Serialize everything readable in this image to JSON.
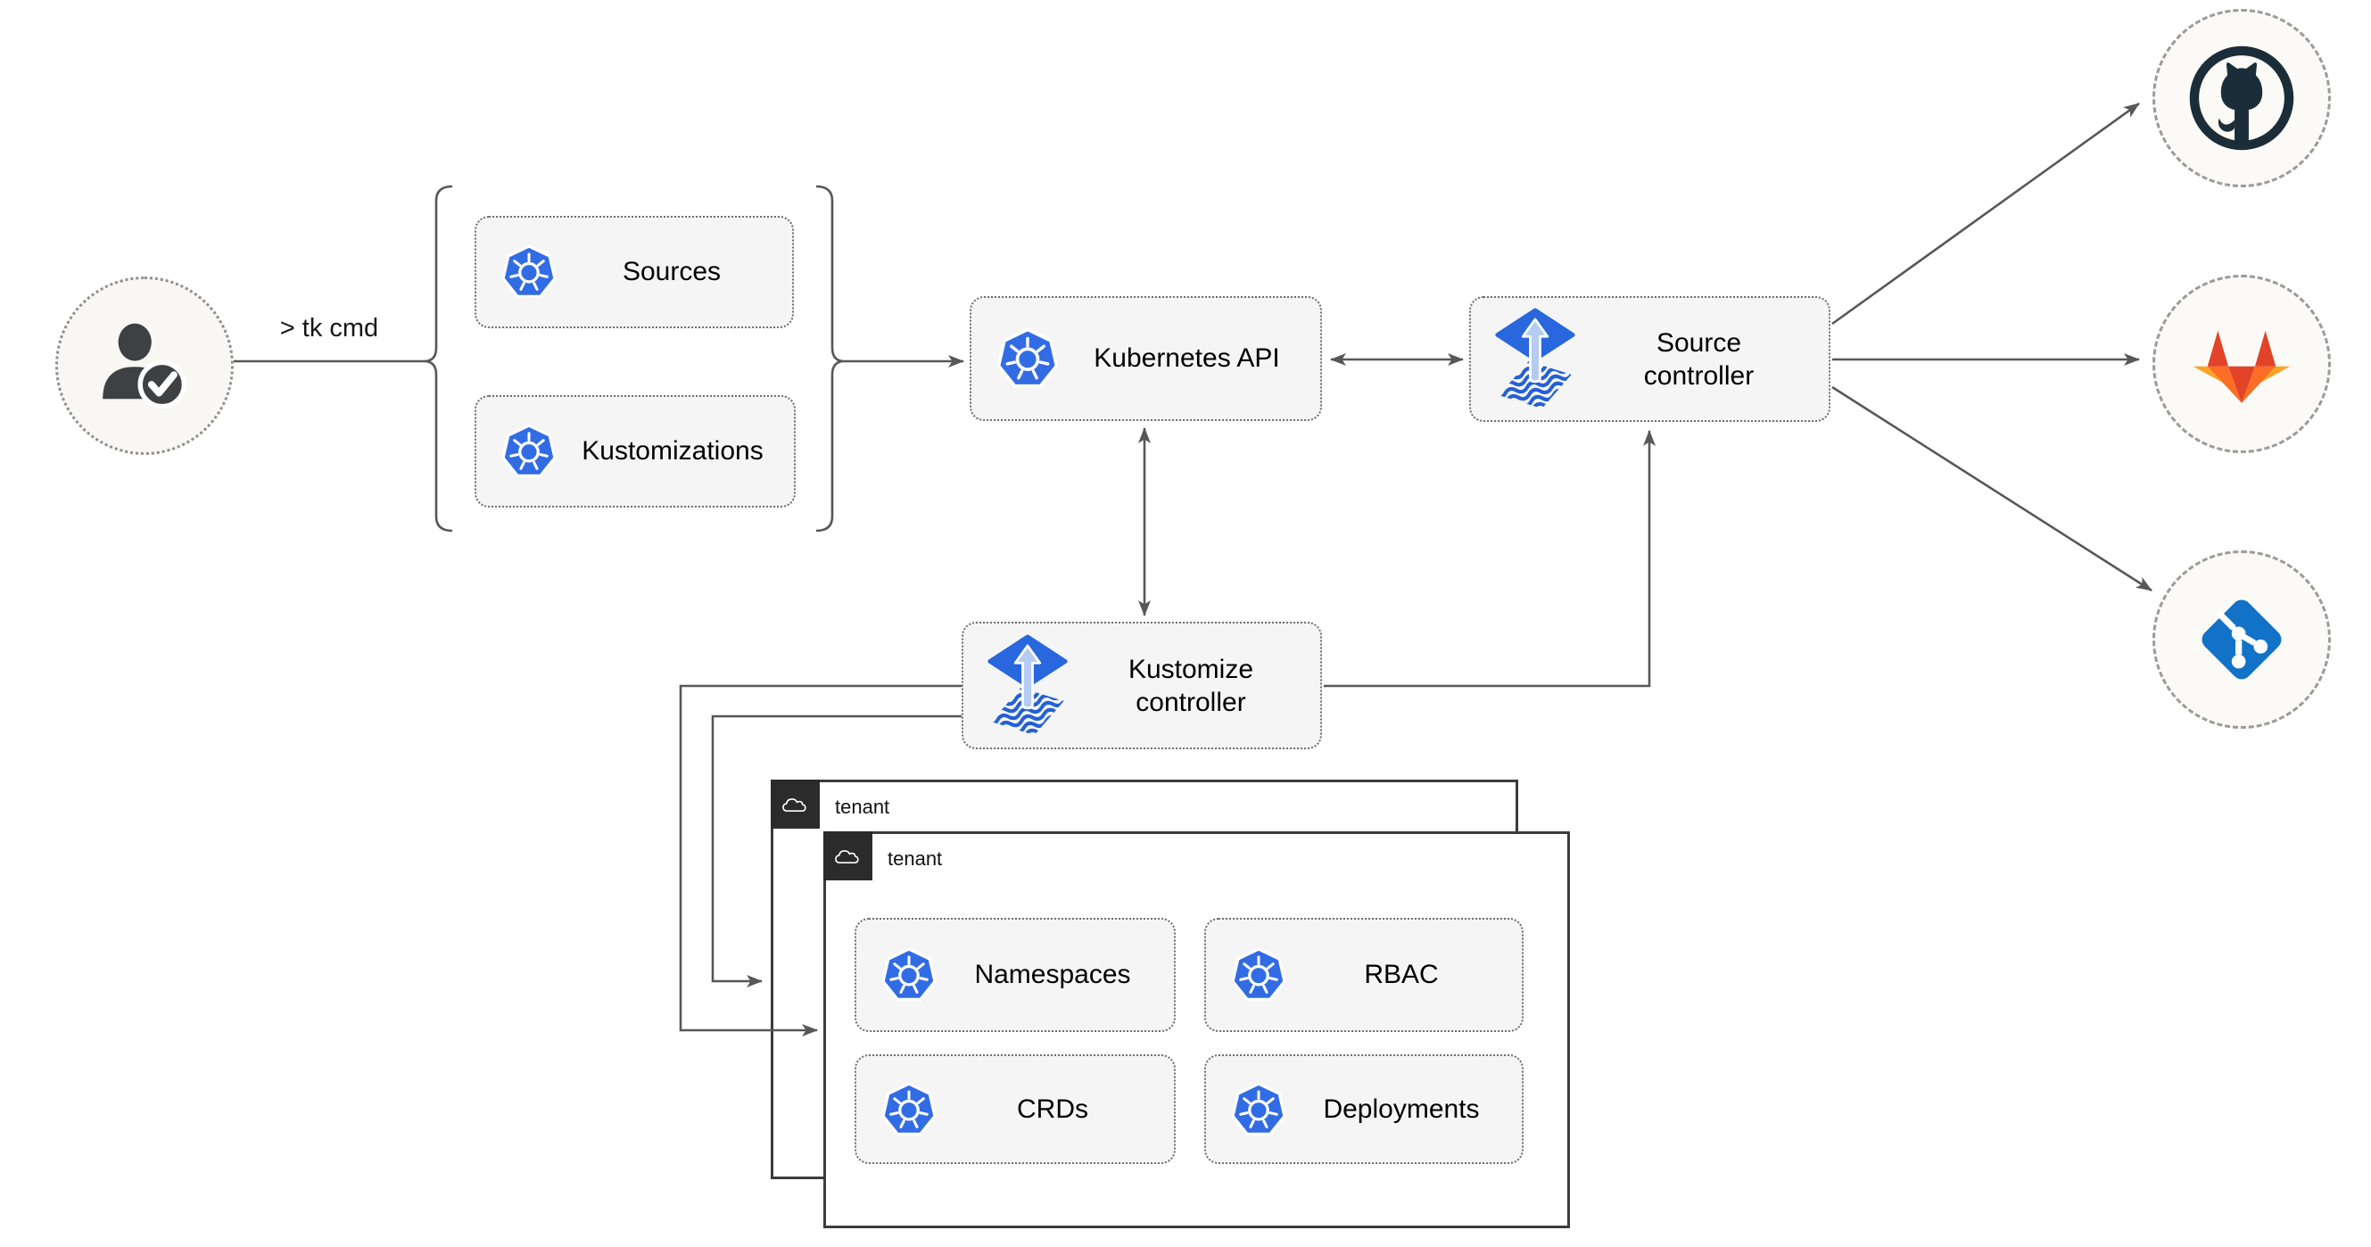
{
  "diagram": {
    "user": {
      "icon": "user-check-icon",
      "command": "> tk cmd"
    },
    "cluster_definitions": {
      "sources": "Sources",
      "kustomizations": "Kustomizations"
    },
    "kubernetes_api": {
      "label": "Kubernetes API",
      "icon": "kubernetes-icon"
    },
    "source_controller": {
      "label": "Source controller",
      "icon": "flux-icon"
    },
    "kustomize_controller": {
      "label": "Kustomize controller",
      "icon": "flux-icon"
    },
    "tenants": {
      "back": {
        "title": "tenant",
        "icon": "cloud-icon"
      },
      "front": {
        "title": "tenant",
        "icon": "cloud-icon"
      }
    },
    "tenant_resources": {
      "namespaces": "Namespaces",
      "rbac": "RBAC",
      "crds": "CRDs",
      "deployments": "Deployments"
    },
    "remotes": {
      "top": "github-icon",
      "middle": "gitlab-icon",
      "bottom": "git-icon"
    },
    "colors": {
      "kubernetes_blue": "#326CE5",
      "flux_blue": "#2867DD",
      "flux_light_blue": "#B5CBF2",
      "line_gray": "#575757",
      "node_fill": "#F5F5F5",
      "tenant_header_dark": "#2B2B2B",
      "github_dark": "#1B2D38",
      "gitlab_red": "#E24329",
      "gitlab_orange": "#FC6D26",
      "gitlab_light_orange": "#FCA326",
      "git_blue": "#1172C8"
    }
  }
}
